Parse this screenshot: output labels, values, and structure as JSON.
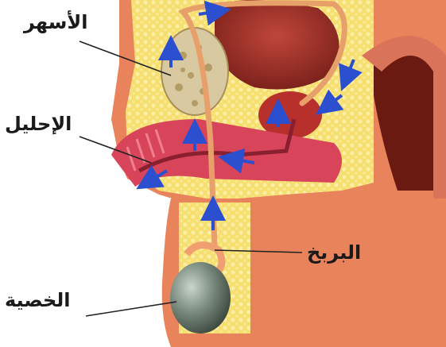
{
  "labels": {
    "seminal_vesicle": "الأسهر",
    "urethra": "الإحليل",
    "epididymis": "البربخ",
    "testis": "الخصية"
  },
  "colors": {
    "skin": "#e9835c",
    "skin_dark": "#c8603f",
    "fat": "#f7e27a",
    "tissue_red": "#d8455a",
    "bladder": "#a0302a",
    "rectum": "#6b1a12",
    "duct": "#e8a06a",
    "arrow": "#2b4fcf",
    "testis": "#6f7f72"
  }
}
